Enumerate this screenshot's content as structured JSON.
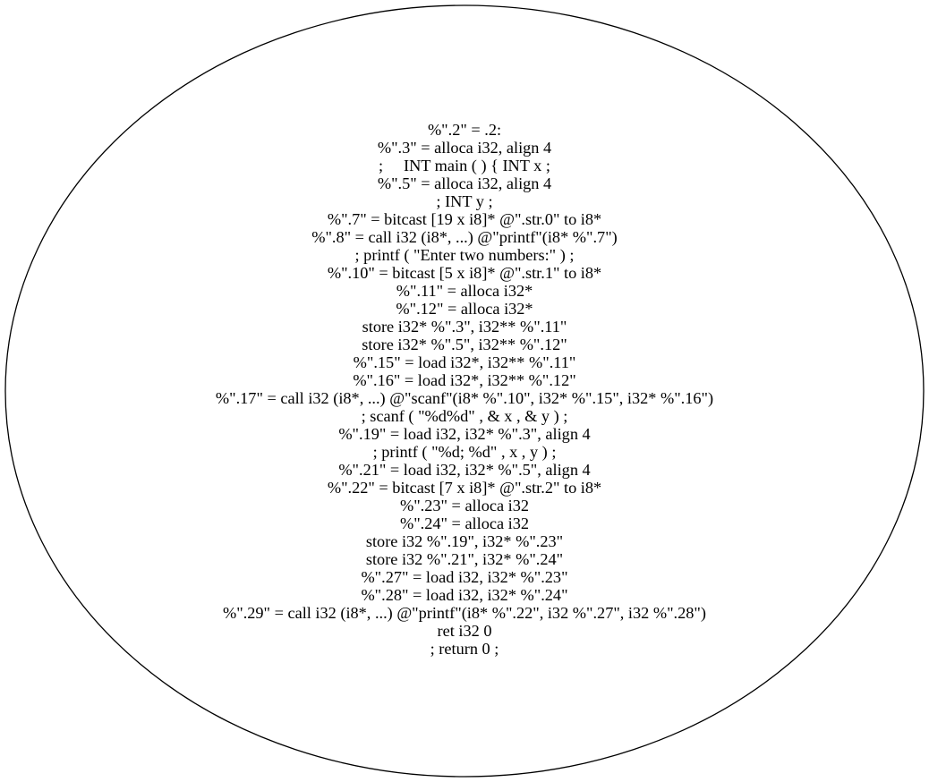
{
  "node": {
    "lines": [
      "%\".2\" = .2:",
      "%\".3\" = alloca i32, align 4",
      ";     INT main ( ) { INT x ;",
      "%\".5\" = alloca i32, align 4",
      "; INT y ;",
      "%\".7\" = bitcast [19 x i8]* @\".str.0\" to i8*",
      "%\".8\" = call i32 (i8*, ...) @\"printf\"(i8* %\".7\")",
      "; printf ( \"Enter two numbers:\" ) ;",
      "%\".10\" = bitcast [5 x i8]* @\".str.1\" to i8*",
      "%\".11\" = alloca i32*",
      "%\".12\" = alloca i32*",
      "store i32* %\".3\", i32** %\".11\"",
      "store i32* %\".5\", i32** %\".12\"",
      "%\".15\" = load i32*, i32** %\".11\"",
      "%\".16\" = load i32*, i32** %\".12\"",
      "%\".17\" = call i32 (i8*, ...) @\"scanf\"(i8* %\".10\", i32* %\".15\", i32* %\".16\")",
      "; scanf ( \"%d%d\" , & x , & y ) ;",
      "%\".19\" = load i32, i32* %\".3\", align 4",
      "; printf ( \"%d; %d\" , x , y ) ;",
      "%\".21\" = load i32, i32* %\".5\", align 4",
      "%\".22\" = bitcast [7 x i8]* @\".str.2\" to i8*",
      "%\".23\" = alloca i32",
      "%\".24\" = alloca i32",
      "store i32 %\".19\", i32* %\".23\"",
      "store i32 %\".21\", i32* %\".24\"",
      "%\".27\" = load i32, i32* %\".23\"",
      "%\".28\" = load i32, i32* %\".24\"",
      "%\".29\" = call i32 (i8*, ...) @\"printf\"(i8* %\".22\", i32 %\".27\", i32 %\".28\")",
      "ret i32 0",
      "; return 0 ;"
    ]
  },
  "colors": {
    "background": "#ffffff",
    "stroke": "#000000",
    "text": "#000000"
  }
}
